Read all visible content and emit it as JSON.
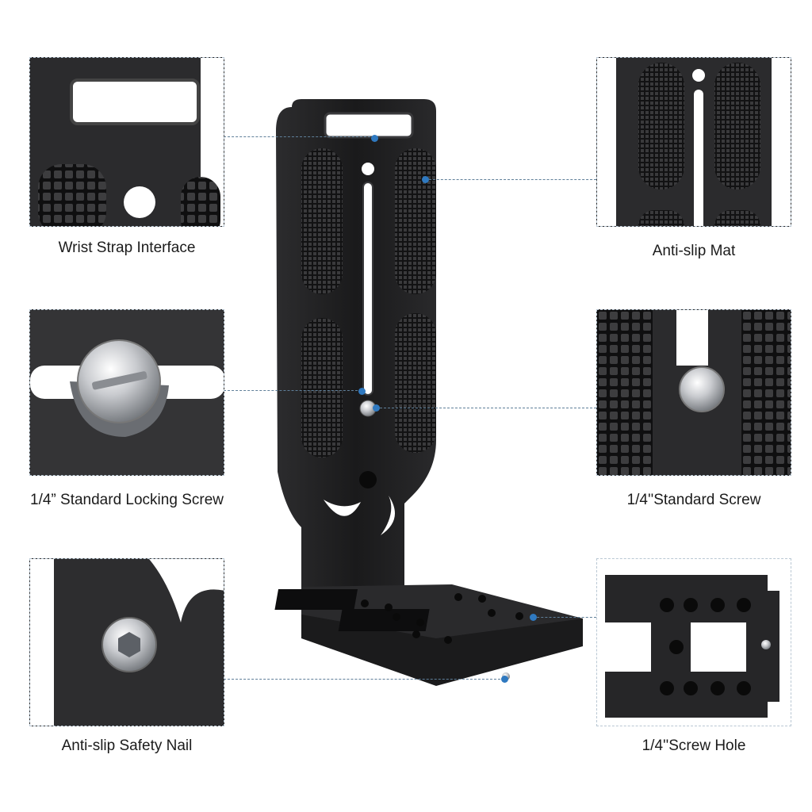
{
  "features": [
    {
      "id": "wrist-strap",
      "label": "Wrist Strap Interface"
    },
    {
      "id": "anti-slip-mat",
      "label": "Anti-slip Mat"
    },
    {
      "id": "locking-screw",
      "label": "1/4” Standard Locking Screw"
    },
    {
      "id": "standard-screw",
      "label": "1/4''Standard Screw"
    },
    {
      "id": "safety-nail",
      "label": "Anti-slip Safety Nail"
    },
    {
      "id": "screw-hole",
      "label": "1/4''Screw Hole"
    }
  ],
  "colors": {
    "accent": "#2f79c0",
    "metal": "#1e1e1f",
    "leader": "#5f7f99"
  }
}
